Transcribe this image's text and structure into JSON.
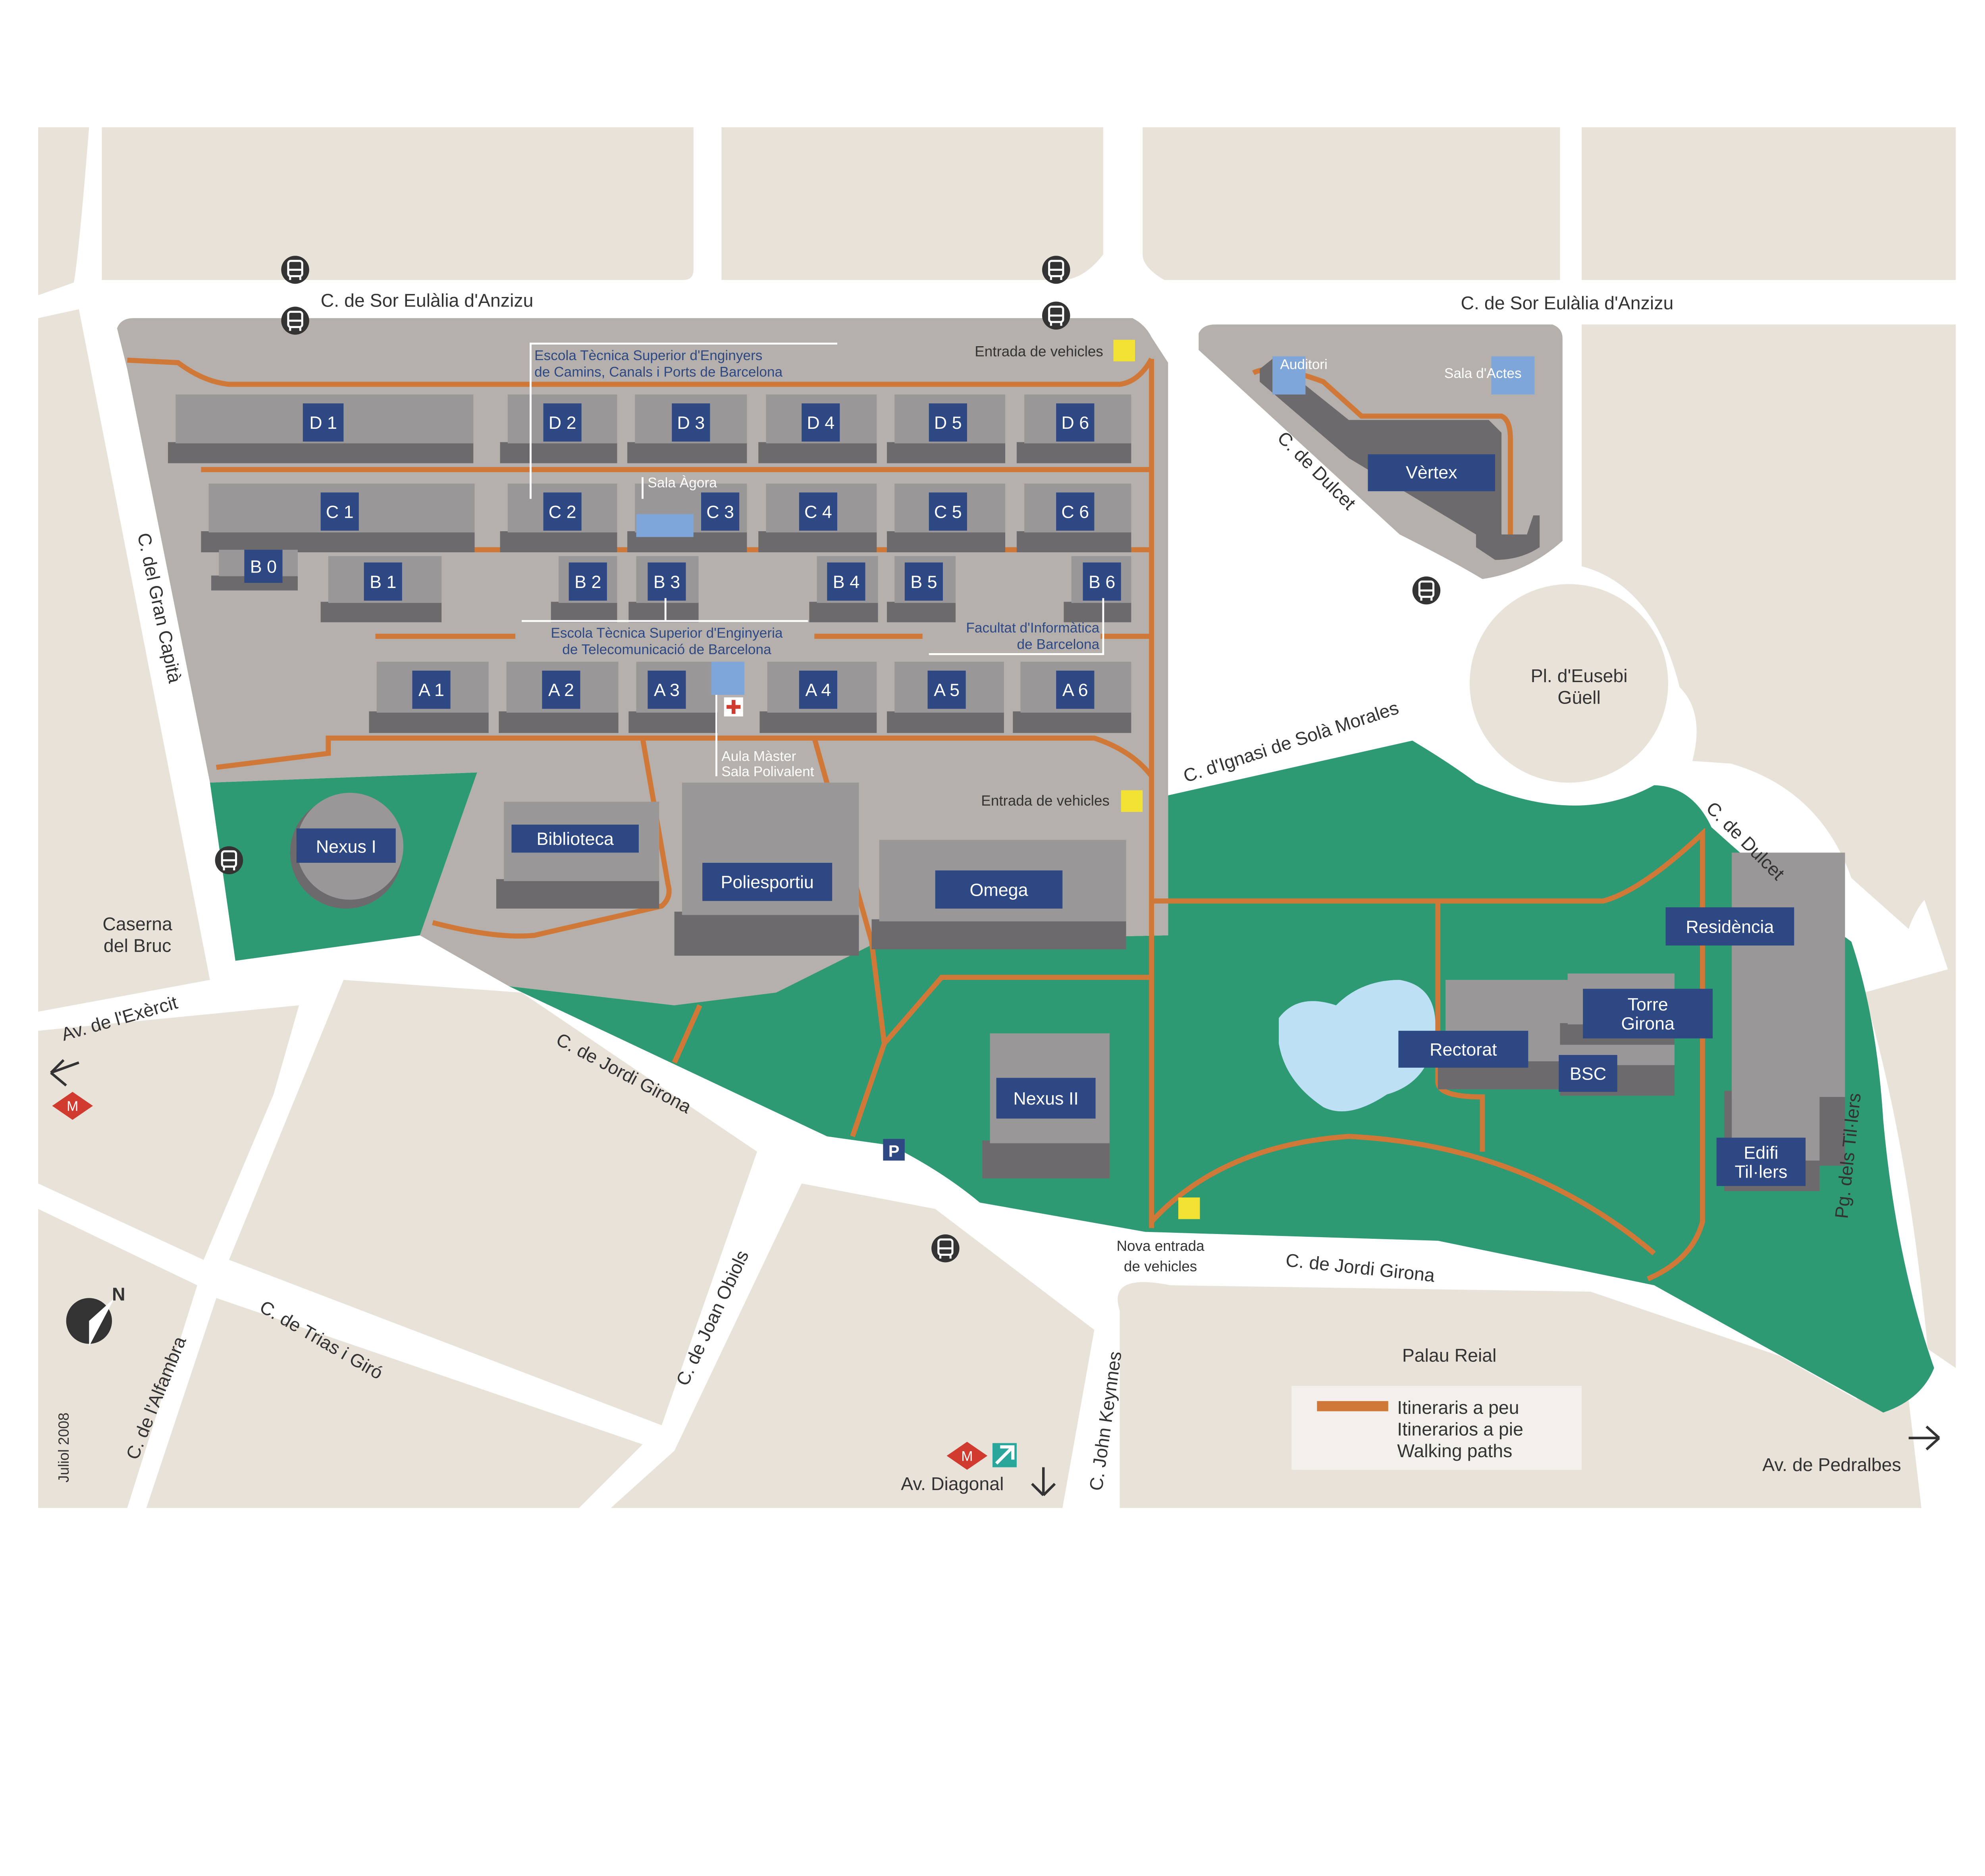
{
  "colors": {
    "land": "#e8e2d9",
    "campus": "#b5b0ac",
    "building": "#999797",
    "building_shadow": "#6d6a6d",
    "label": "#2e4884",
    "green": "#2e9a74",
    "path": "#d07838",
    "lake": "#bde0f4",
    "entrance": "#f2e234",
    "metro": "#d03a2f"
  },
  "streets": {
    "sor_eulalia_1": "C. de Sor Eulàlia d'Anzizu",
    "sor_eulalia_2": "C. de Sor Eulàlia d'Anzizu",
    "gran_capita": "C. del Gran Capità",
    "dulcet_1": "C. de Dulcet",
    "dulcet_2": "C. de Dulcet",
    "sola_morales": "C. d'Ignasi de Solà Morales",
    "exercit": "Av. de l'Exèrcit",
    "jordi_girona_1": "C. de Jordi Girona",
    "jordi_girona_2": "C. de Jordi Girona",
    "trias_giro": "C. de Trias i Giró",
    "alfambra": "C. de l'Alfambra",
    "joan_obiols": "C. de Joan Obiols",
    "john_keynnes": "C. John Keynnes",
    "diagonal": "Av. Diagonal",
    "pedralbes": "Av. de Pedralbes",
    "tillers": "Pg. dels Til·lers"
  },
  "places": {
    "eusebi_guell": [
      "Pl. d'Eusebi",
      "Güell"
    ],
    "caserna": [
      "Caserna",
      "del Bruc"
    ],
    "palau_reial": "Palau Reial"
  },
  "buildings": {
    "D1": "D 1",
    "D2": "D 2",
    "D3": "D 3",
    "D4": "D 4",
    "D5": "D 5",
    "D6": "D 6",
    "C1": "C 1",
    "C2": "C 2",
    "C3": "C 3",
    "C4": "C 4",
    "C5": "C 5",
    "C6": "C 6",
    "B0": "B 0",
    "B1": "B 1",
    "B2": "B 2",
    "B3": "B 3",
    "B4": "B 4",
    "B5": "B 5",
    "B6": "B 6",
    "A1": "A 1",
    "A2": "A 2",
    "A3": "A 3",
    "A4": "A 4",
    "A5": "A 5",
    "A6": "A 6",
    "nexus1": "Nexus I",
    "biblioteca": "Biblioteca",
    "poliesportiu": "Poliesportiu",
    "omega": "Omega",
    "nexus2": "Nexus II",
    "vertex": "Vèrtex",
    "rectorat": "Rectorat",
    "bsc": "BSC",
    "torre_girona": [
      "Torre",
      "Girona"
    ],
    "residencia": "Residència",
    "edifi_tillers": [
      "Edifi",
      "Til·lers"
    ]
  },
  "annotations": {
    "camins": [
      "Escola Tècnica Superior d'Enginyers",
      "de Camins, Canals i Ports de Barcelona"
    ],
    "telecom": [
      "Escola Tècnica Superior d'Enginyeria",
      "de Telecomunicació de Barcelona"
    ],
    "informatica": [
      "Facultat d'Informàtica",
      "de Barcelona"
    ],
    "sala_agora": "Sala Àgora",
    "aula_master": [
      "Aula Màster",
      "Sala Polivalent"
    ],
    "auditori": "Auditori",
    "sala_actes": "Sala d'Actes",
    "entrada_1": "Entrada de vehicles",
    "entrada_2": "Entrada de vehicles",
    "nova_entrada": [
      "Nova entrada",
      "de vehicles"
    ]
  },
  "icons": {
    "bus": "bus-stop-icon",
    "metro": "metro-icon",
    "fgc": "fgc-icon",
    "parking": "parking-icon",
    "first_aid": "first-aid-icon",
    "north": "north-arrow-icon"
  },
  "parking_label": "P",
  "metro_label": "M",
  "north_label": "N",
  "legend": {
    "items": [
      "Itineraris a peu",
      "Itinerarios a pie",
      "Walking paths"
    ]
  },
  "date": "Juliol 2008"
}
